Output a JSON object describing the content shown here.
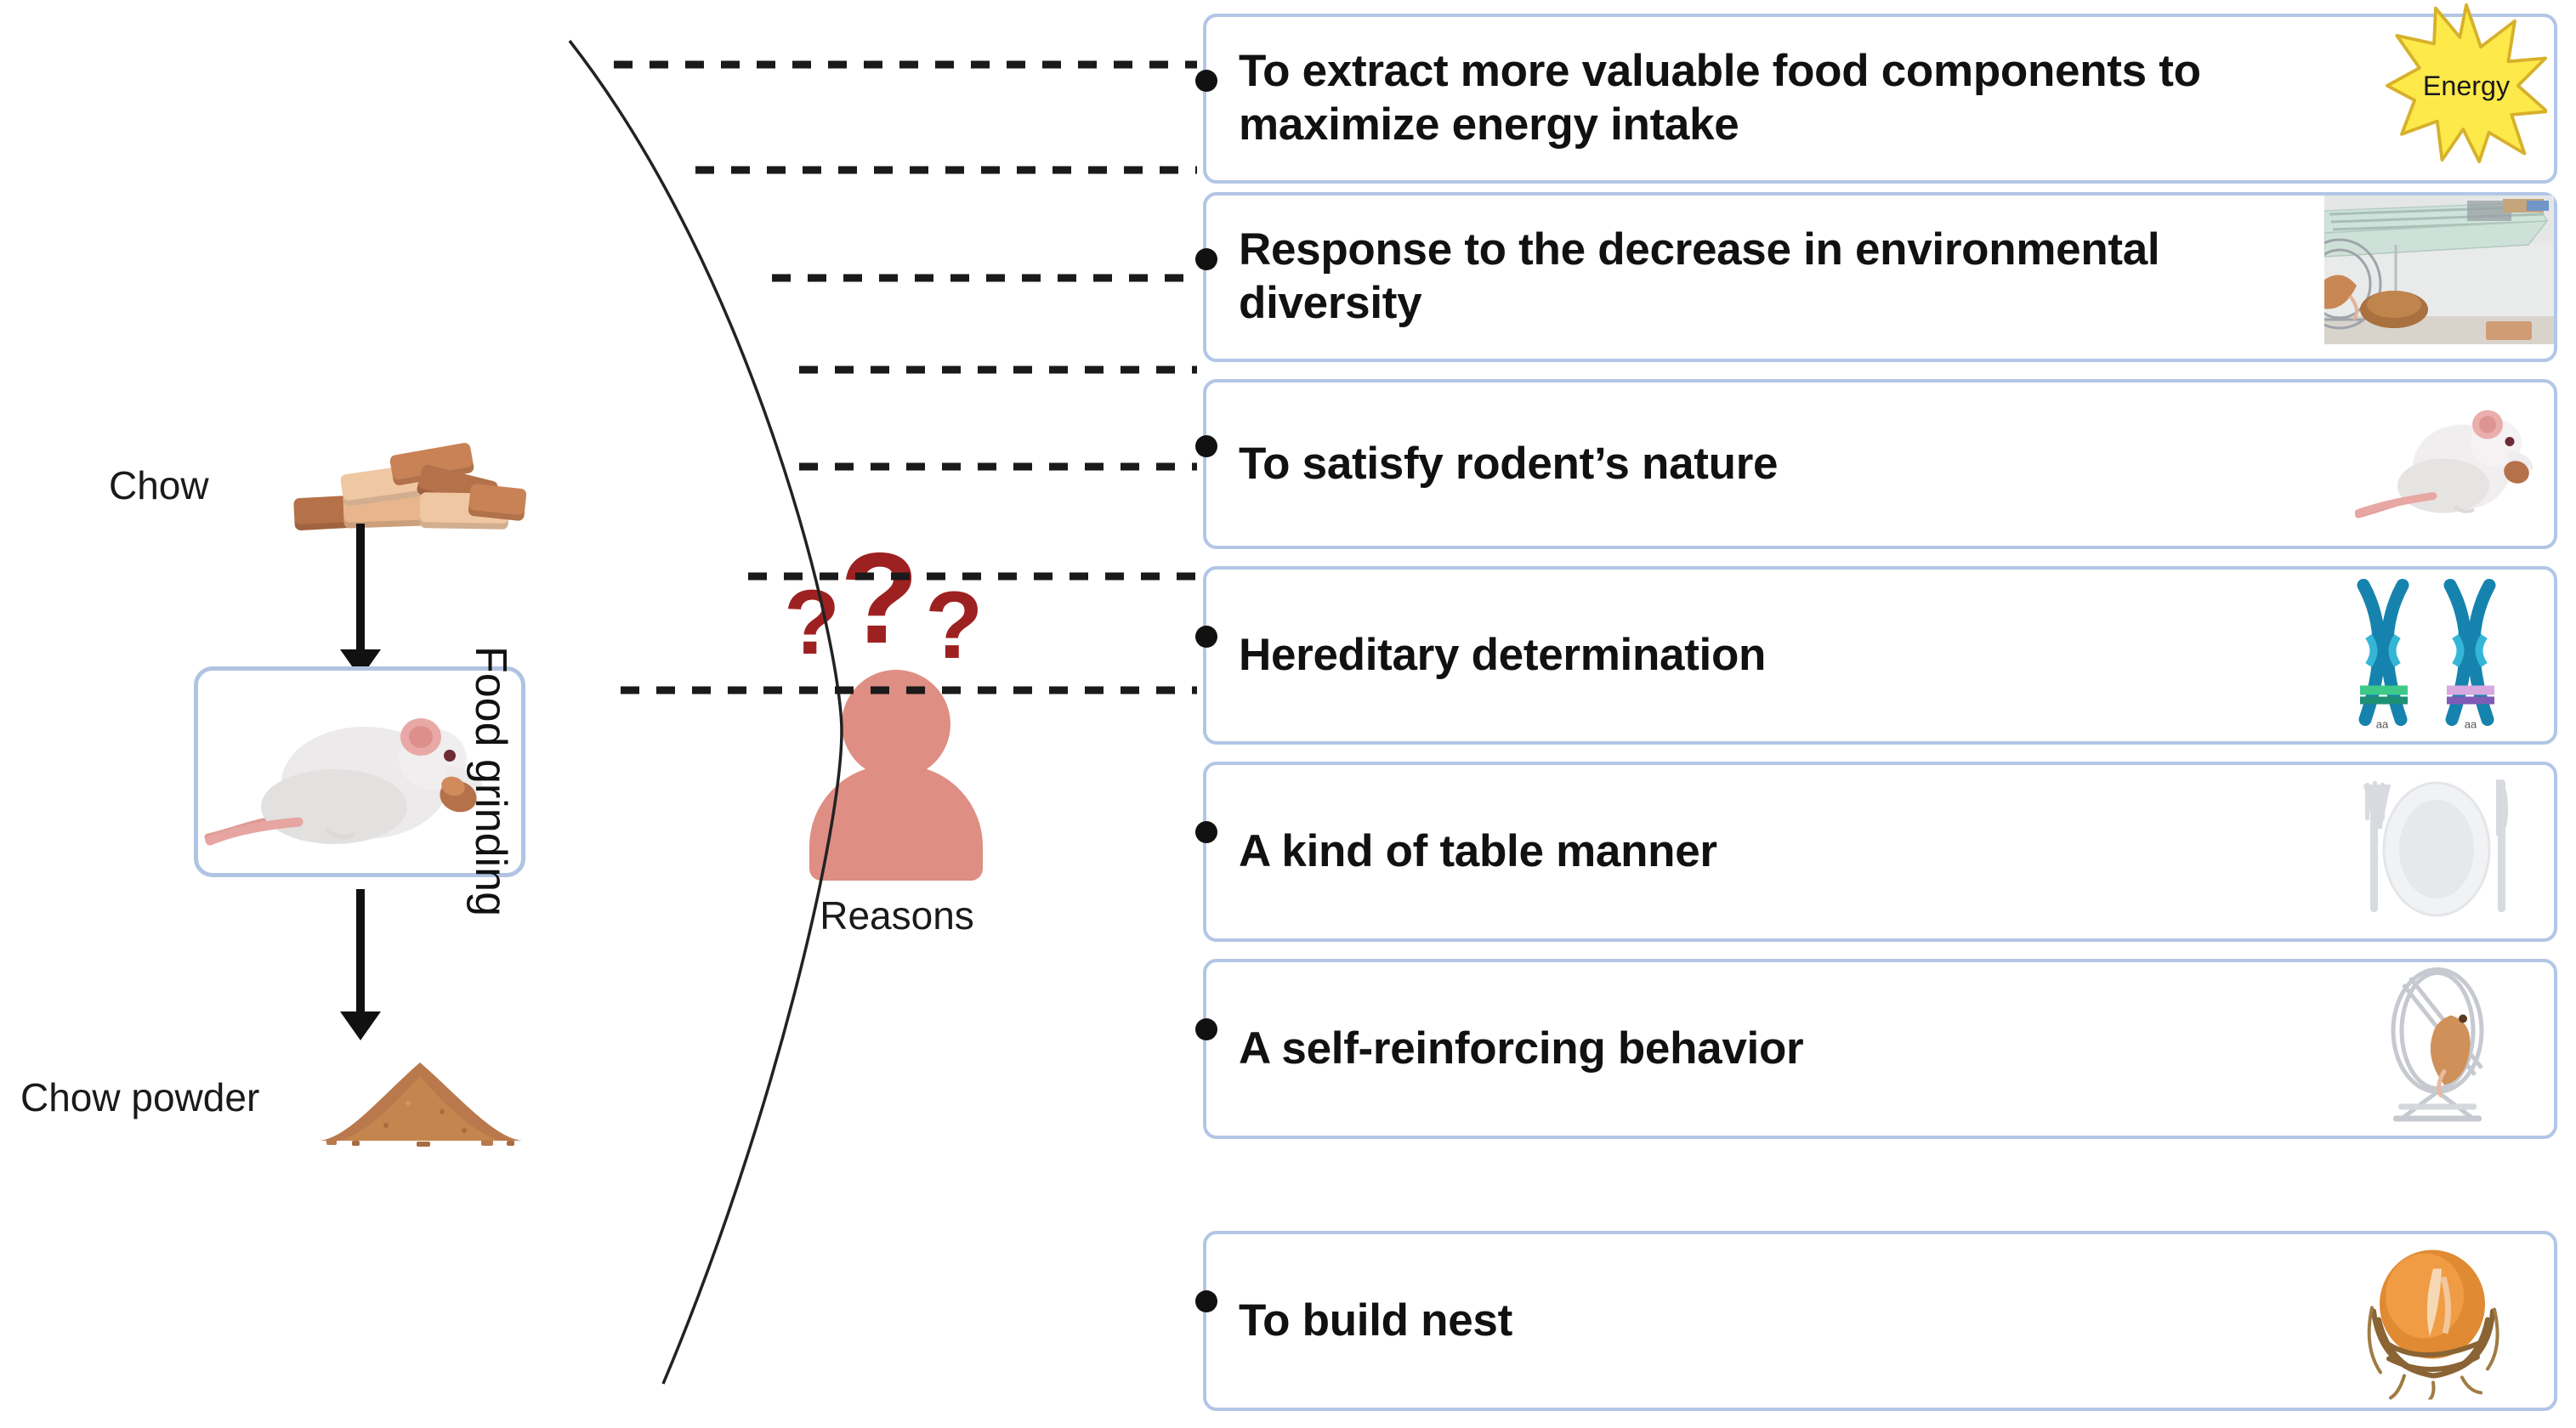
{
  "left_flow": {
    "chow_label": "Chow",
    "powder_label": "Chow powder",
    "process_label": "Food grinding",
    "chow_icon": "chow-pellets-icon",
    "mouse_icon": "white-mouse-icon",
    "powder_icon": "chow-powder-heap-icon",
    "arrow_icon": "down-arrow-icon"
  },
  "reasons_node": {
    "label": "Reasons",
    "person_icon": "person-with-question-marks-icon",
    "question_mark": "?",
    "person_color": "#de8e83",
    "question_color": "#9e2121"
  },
  "colors": {
    "box_border": "#b2c6e6",
    "curve": "#222222",
    "dot": "#111111",
    "energy_yellow": "#fde94a",
    "chromosome_blue": "#1583ae"
  },
  "reasons": [
    {
      "text": "To extract more valuable food components to maximize energy intake",
      "icon": "energy-starburst-icon",
      "icon_label": "Energy"
    },
    {
      "text": "Response to the decrease in environmental diversity",
      "icon": "cage-photo-icon"
    },
    {
      "text": "To satisfy rodent’s nature",
      "icon": "white-mouse-icon"
    },
    {
      "text": "Hereditary determination",
      "icon": "chromosome-pair-icon"
    },
    {
      "text": "A kind of table manner",
      "icon": "plate-cutlery-icon"
    },
    {
      "text": "A self-reinforcing behavior",
      "icon": "running-wheel-icon"
    },
    {
      "text": "To build nest",
      "icon": "nest-icon"
    }
  ]
}
